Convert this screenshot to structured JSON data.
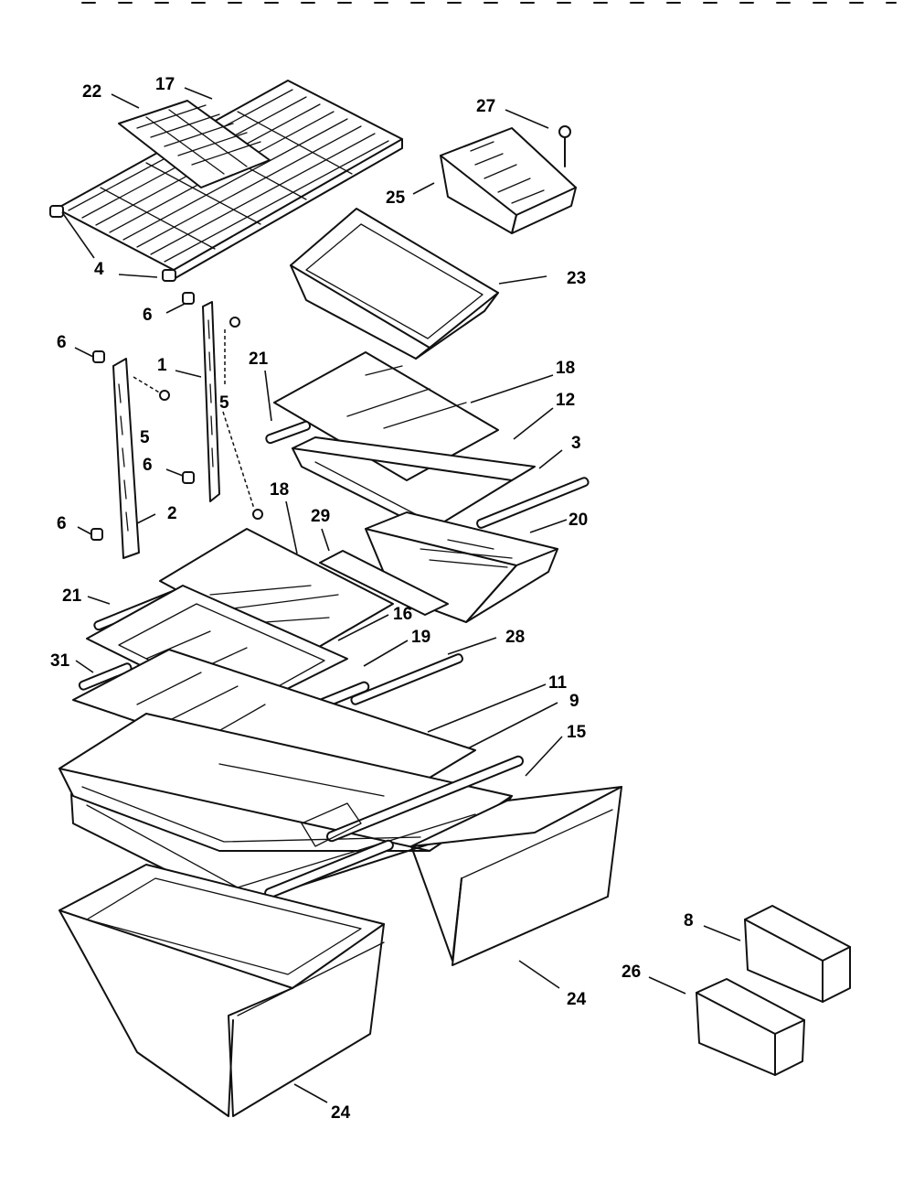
{
  "diagram": {
    "part_labels": {
      "l22": "22",
      "l17": "17",
      "l27": "27",
      "l25": "25",
      "l23": "23",
      "l4": "4",
      "l6a": "6",
      "l6b": "6",
      "l6c": "6",
      "l6d": "6",
      "l1": "1",
      "l21a": "21",
      "l5a": "5",
      "l5b": "5",
      "l18a": "18",
      "l12": "12",
      "l3": "3",
      "l2": "2",
      "l18b": "18",
      "l29": "29",
      "l20": "20",
      "l21b": "21",
      "l16": "16",
      "l19": "19",
      "l28": "28",
      "l31": "31",
      "l11": "11",
      "l9": "9",
      "l15": "15",
      "l8": "8",
      "l26": "26",
      "l24a": "24",
      "l24b": "24"
    }
  }
}
